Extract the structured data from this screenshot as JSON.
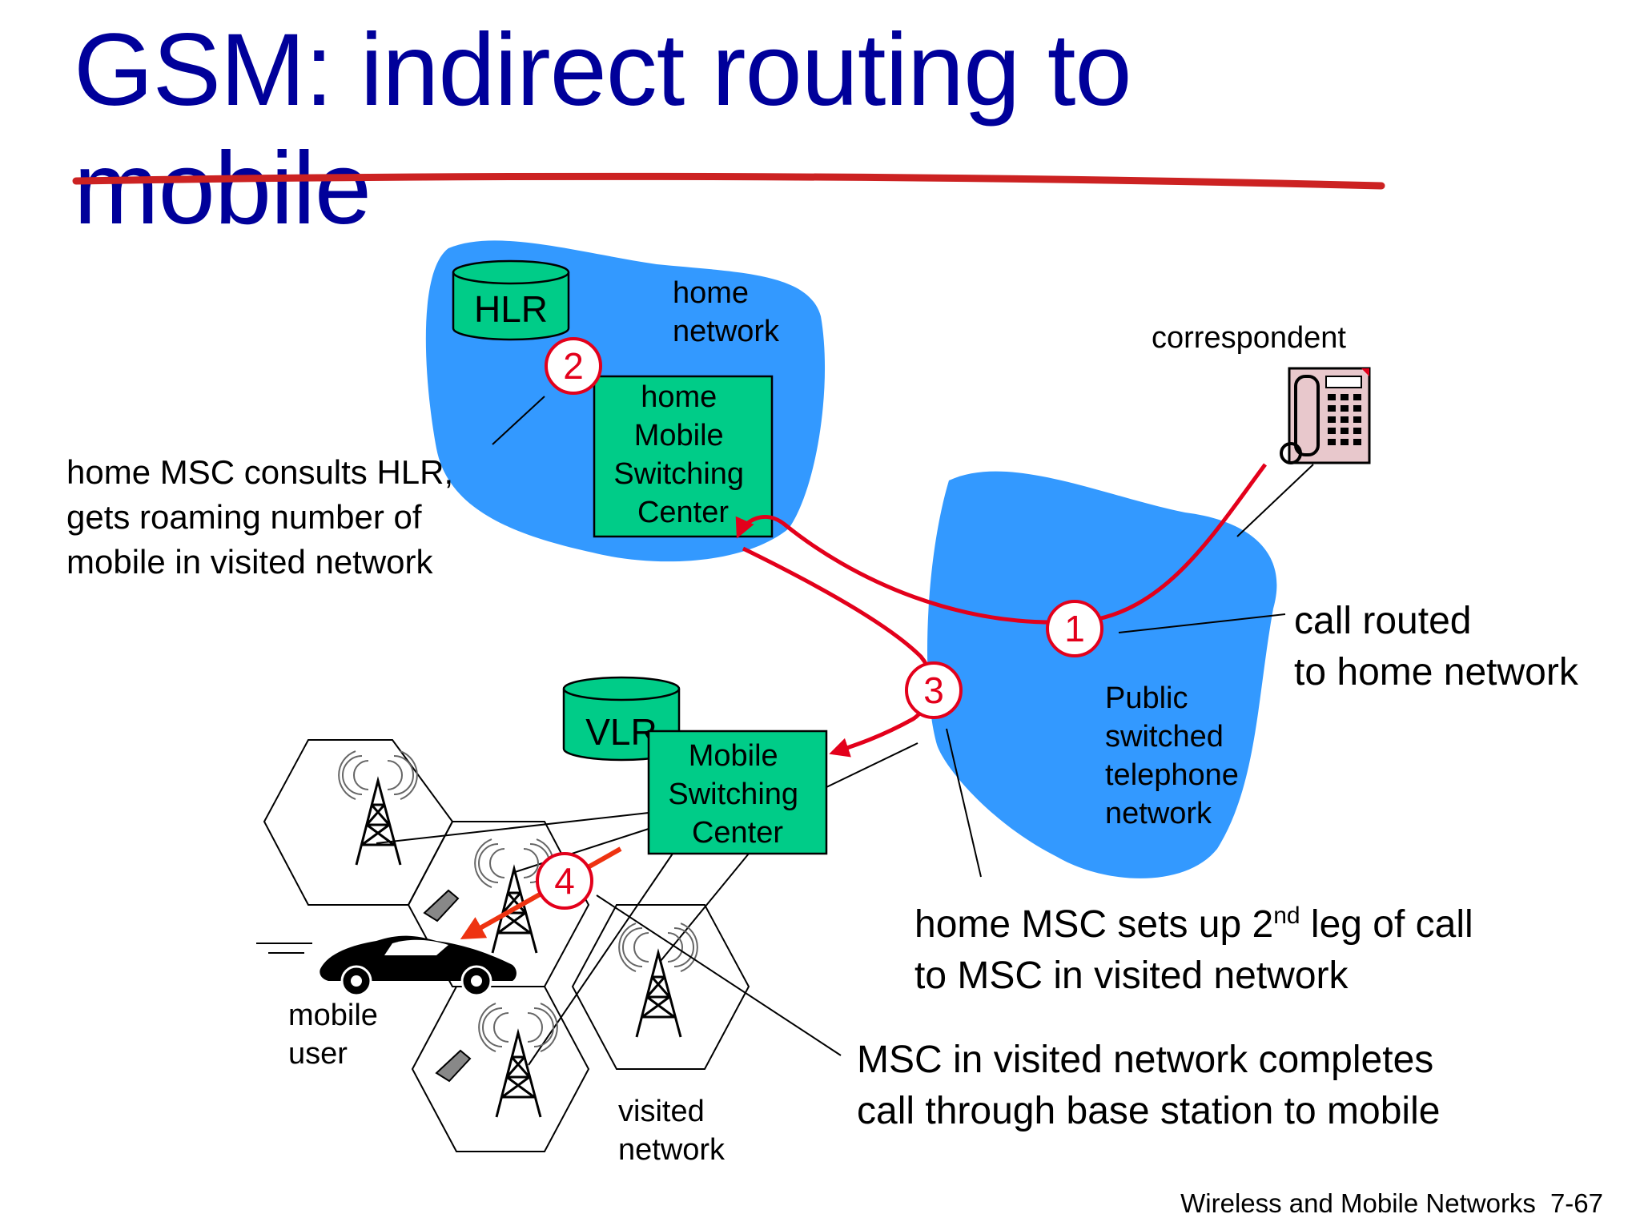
{
  "slide": {
    "title_line1": "GSM: indirect routing to",
    "title_line2": "mobile",
    "footer_text": "Wireless and Mobile Networks",
    "page_number": "7-67"
  },
  "nodes": {
    "hlr": "HLR",
    "vlr": "VLR",
    "home_network": [
      "home",
      "network"
    ],
    "home_msc": [
      "home",
      "Mobile",
      "Switching",
      "Center"
    ],
    "visited_msc": [
      "Mobile",
      "Switching",
      "Center"
    ],
    "pstn": [
      "Public",
      "switched",
      "telephone",
      "network"
    ],
    "correspondent": "correspondent",
    "mobile_user": [
      "mobile",
      "user"
    ],
    "visited_network": [
      "visited",
      "network"
    ]
  },
  "steps": [
    "1",
    "2",
    "3",
    "4"
  ],
  "annotations": {
    "step1": [
      "call routed",
      "to home network"
    ],
    "step2": [
      "home MSC consults HLR,",
      "gets roaming number of",
      "mobile in visited network"
    ],
    "step3_line1_pre": "home MSC sets up 2",
    "step3_sup": "nd",
    "step3_line1_post": " leg of call",
    "step3_line2": "to MSC in visited network",
    "step4": [
      "MSC in visited network completes",
      "call through base station to mobile"
    ]
  },
  "colors": {
    "title": "#00009a",
    "cloud": "#3399ff",
    "box": "#00cc88",
    "step_red": "#e3001b",
    "strike": "#cc2222"
  }
}
